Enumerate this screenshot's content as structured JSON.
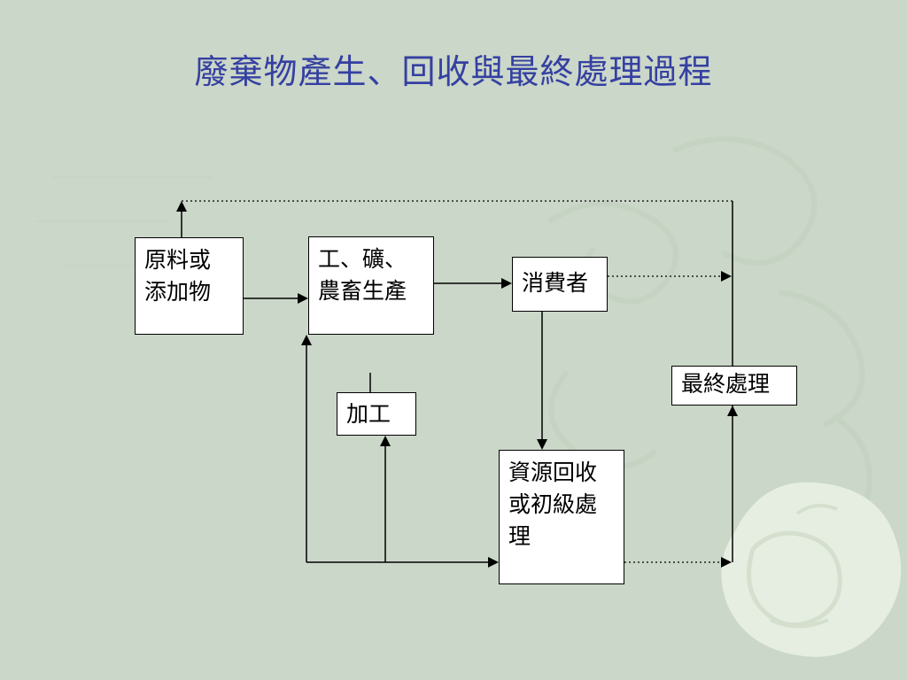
{
  "slide": {
    "title": "廢棄物產生、回收與最終處理過程"
  },
  "colors": {
    "background": "#cbd7c8",
    "title_text": "#3540a2",
    "node_fill": "#ffffff",
    "node_border": "#000000",
    "connector": "#000000"
  },
  "diagram": {
    "nodes": {
      "raw_materials": {
        "label": "原料或\n添加物"
      },
      "production": {
        "label": "工、礦、\n農畜生產"
      },
      "consumers": {
        "label": "消費者"
      },
      "final_disposal": {
        "label": "最終處理"
      },
      "processing": {
        "label": "加工"
      },
      "resource_recovery": {
        "label": "資源回收\n或初級處\n理"
      }
    },
    "edges": [
      {
        "from": "raw_materials",
        "to": "production",
        "style": "solid",
        "arrow": "right"
      },
      {
        "from": "production",
        "to": "consumers",
        "style": "solid",
        "arrow": "right"
      },
      {
        "from": "consumers",
        "to": "resource_recovery",
        "style": "solid",
        "arrow": "down"
      },
      {
        "from": "consumers",
        "to": "final_disposal_line",
        "style": "dotted",
        "arrow": "right"
      },
      {
        "from": "resource_recovery",
        "to": "final_disposal_line",
        "style": "dotted",
        "arrow": "right"
      },
      {
        "from": "final_disposal_line",
        "to": "final_disposal",
        "style": "solid",
        "arrow": "up"
      },
      {
        "from": "raw_materials",
        "to": "top_loop_line",
        "style": "solid",
        "arrow": "up"
      },
      {
        "from": "top_loop_line",
        "to": "final_disposal_line",
        "style": "dotted",
        "arrow": "none"
      },
      {
        "from": "bottom_return_line",
        "to": "production",
        "style": "solid",
        "arrow": "up"
      },
      {
        "from": "bottom_return_line",
        "to": "processing",
        "style": "solid",
        "arrow": "up"
      },
      {
        "from": "bottom_return_line",
        "to": "resource_recovery",
        "style": "solid",
        "arrow": "right"
      },
      {
        "from": "production",
        "to": "processing",
        "style": "solid",
        "arrow": "none"
      }
    ]
  }
}
